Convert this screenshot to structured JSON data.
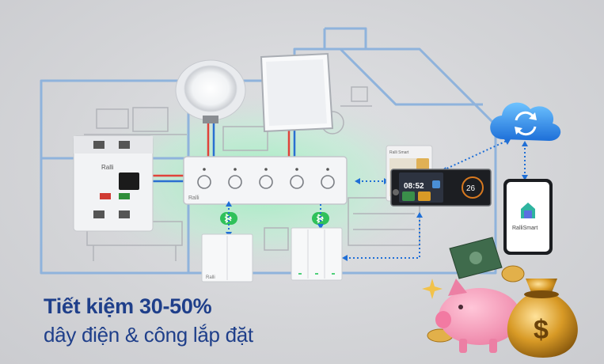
{
  "headline": "Tiết kiệm 30-50%",
  "subline": "dây điện & công lắp đặt",
  "devices": {
    "screen_time": "08:52",
    "thermostat_temp": "26",
    "app_name": "RalliSmart",
    "panel_brand": "Ralli",
    "switch_brand": "Ralli",
    "breaker_brand": "Ralli",
    "small_panel_brand": "Ralli Smart"
  },
  "icons": {
    "cloud": "cloud-sync-icon",
    "bluetooth": "bluetooth-icon",
    "home_app": "smart-home-icon",
    "coin": "dollar-coin-icon"
  },
  "colors": {
    "headline": "#1f3f8a",
    "house_outline": "#8fb3dc",
    "link_dotted": "#1f6fd6",
    "bluetooth_badge": "#2fc15a",
    "glow": "#8ef0b4",
    "wire_red": "#e0433a",
    "wire_blue": "#2a6fd1",
    "piggy": "#f49ab8",
    "gold": "#c98a1d"
  }
}
